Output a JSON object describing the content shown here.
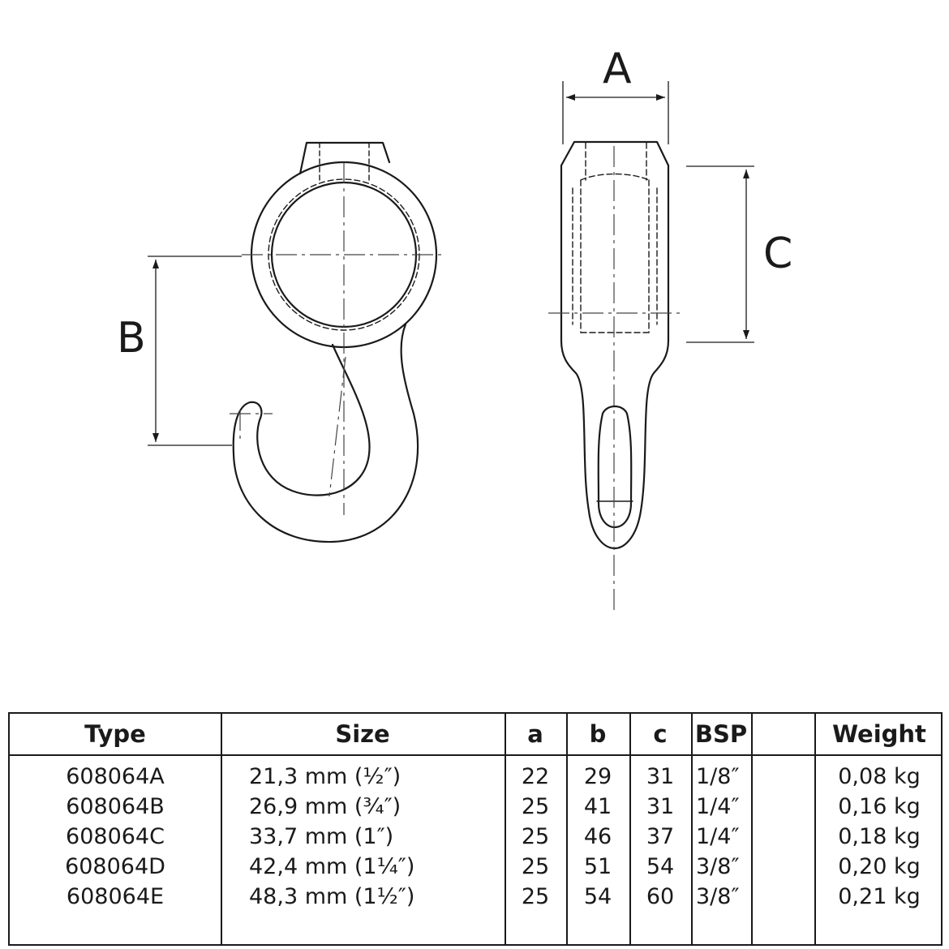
{
  "dimension_labels": {
    "a": "A",
    "b": "B",
    "c": "C"
  },
  "table": {
    "headers": {
      "type": "Type",
      "size": "Size",
      "a": "a",
      "b": "b",
      "c": "c",
      "bsp": "BSP",
      "blank": "",
      "weight": "Weight"
    },
    "rows": [
      {
        "type": "608064A",
        "size": "21,3 mm (½″)",
        "a": "22",
        "b": "29",
        "c": "31",
        "bsp": "1/8″",
        "weight": "0,08 kg"
      },
      {
        "type": "608064B",
        "size": "26,9 mm (¾″)",
        "a": "25",
        "b": "41",
        "c": "31",
        "bsp": "1/4″",
        "weight": "0,16 kg"
      },
      {
        "type": "608064C",
        "size": "33,7 mm (1″)",
        "a": "25",
        "b": "46",
        "c": "37",
        "bsp": "1/4″",
        "weight": "0,18 kg"
      },
      {
        "type": "608064D",
        "size": "42,4 mm (1¼″)",
        "a": "25",
        "b": "51",
        "c": "54",
        "bsp": "3/8″",
        "weight": "0,20 kg"
      },
      {
        "type": "608064E",
        "size": "48,3 mm (1½″)",
        "a": "25",
        "b": "54",
        "c": "60",
        "bsp": "3/8″",
        "weight": "0,21 kg"
      }
    ]
  }
}
